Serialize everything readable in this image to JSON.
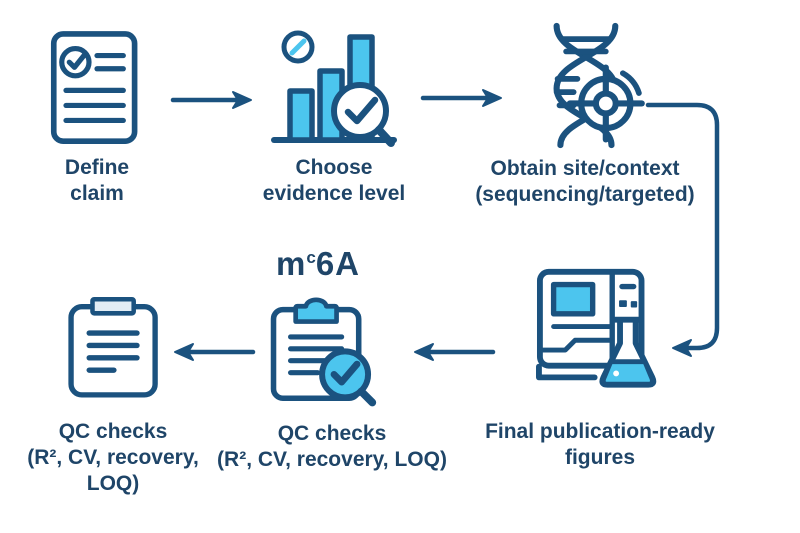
{
  "palette": {
    "outline_navy": "#1B527F",
    "text_navy": "#1F4568",
    "light_blue": "#4CC5EE",
    "pale_blue": "#E2EDF5",
    "background": "#FFFFFF"
  },
  "flow": {
    "nodes": [
      {
        "id": "define-claim",
        "icon": "document-check-icon",
        "label_lines": [
          "Define",
          "claim"
        ]
      },
      {
        "id": "choose-evidence-level",
        "icon": "bar-chart-magnifier-icon",
        "label_lines": [
          "Choose",
          "evidence level"
        ]
      },
      {
        "id": "obtain-site-context",
        "icon": "dna-target-icon",
        "label_lines": [
          "Obtain site/context",
          "(sequencing/targeted)"
        ]
      },
      {
        "id": "final-figures",
        "icon": "sequencer-flask-icon",
        "label_lines": [
          "Final publication-ready",
          "figures"
        ]
      },
      {
        "id": "qc-checks-detailed",
        "icon": "clipboard-magnifier-check-icon",
        "badge": {
          "prefix": "m",
          "sup": "c",
          "suffix": "6A"
        },
        "label_lines": [
          "QC checks",
          "(R², CV, recovery, LOQ)"
        ]
      },
      {
        "id": "qc-checks",
        "icon": "clipboard-icon",
        "label_lines": [
          "QC checks",
          "(R², CV, recovery,",
          "LOQ)"
        ]
      }
    ],
    "arrows": [
      {
        "name": "arrow-define-to-choose",
        "direction": "right"
      },
      {
        "name": "arrow-choose-to-obtain",
        "direction": "right"
      },
      {
        "name": "arrow-obtain-to-figures",
        "direction": "down-left-curve"
      },
      {
        "name": "arrow-figures-to-qc-detailed",
        "direction": "left"
      },
      {
        "name": "arrow-qc-detailed-to-qc",
        "direction": "left"
      }
    ]
  }
}
